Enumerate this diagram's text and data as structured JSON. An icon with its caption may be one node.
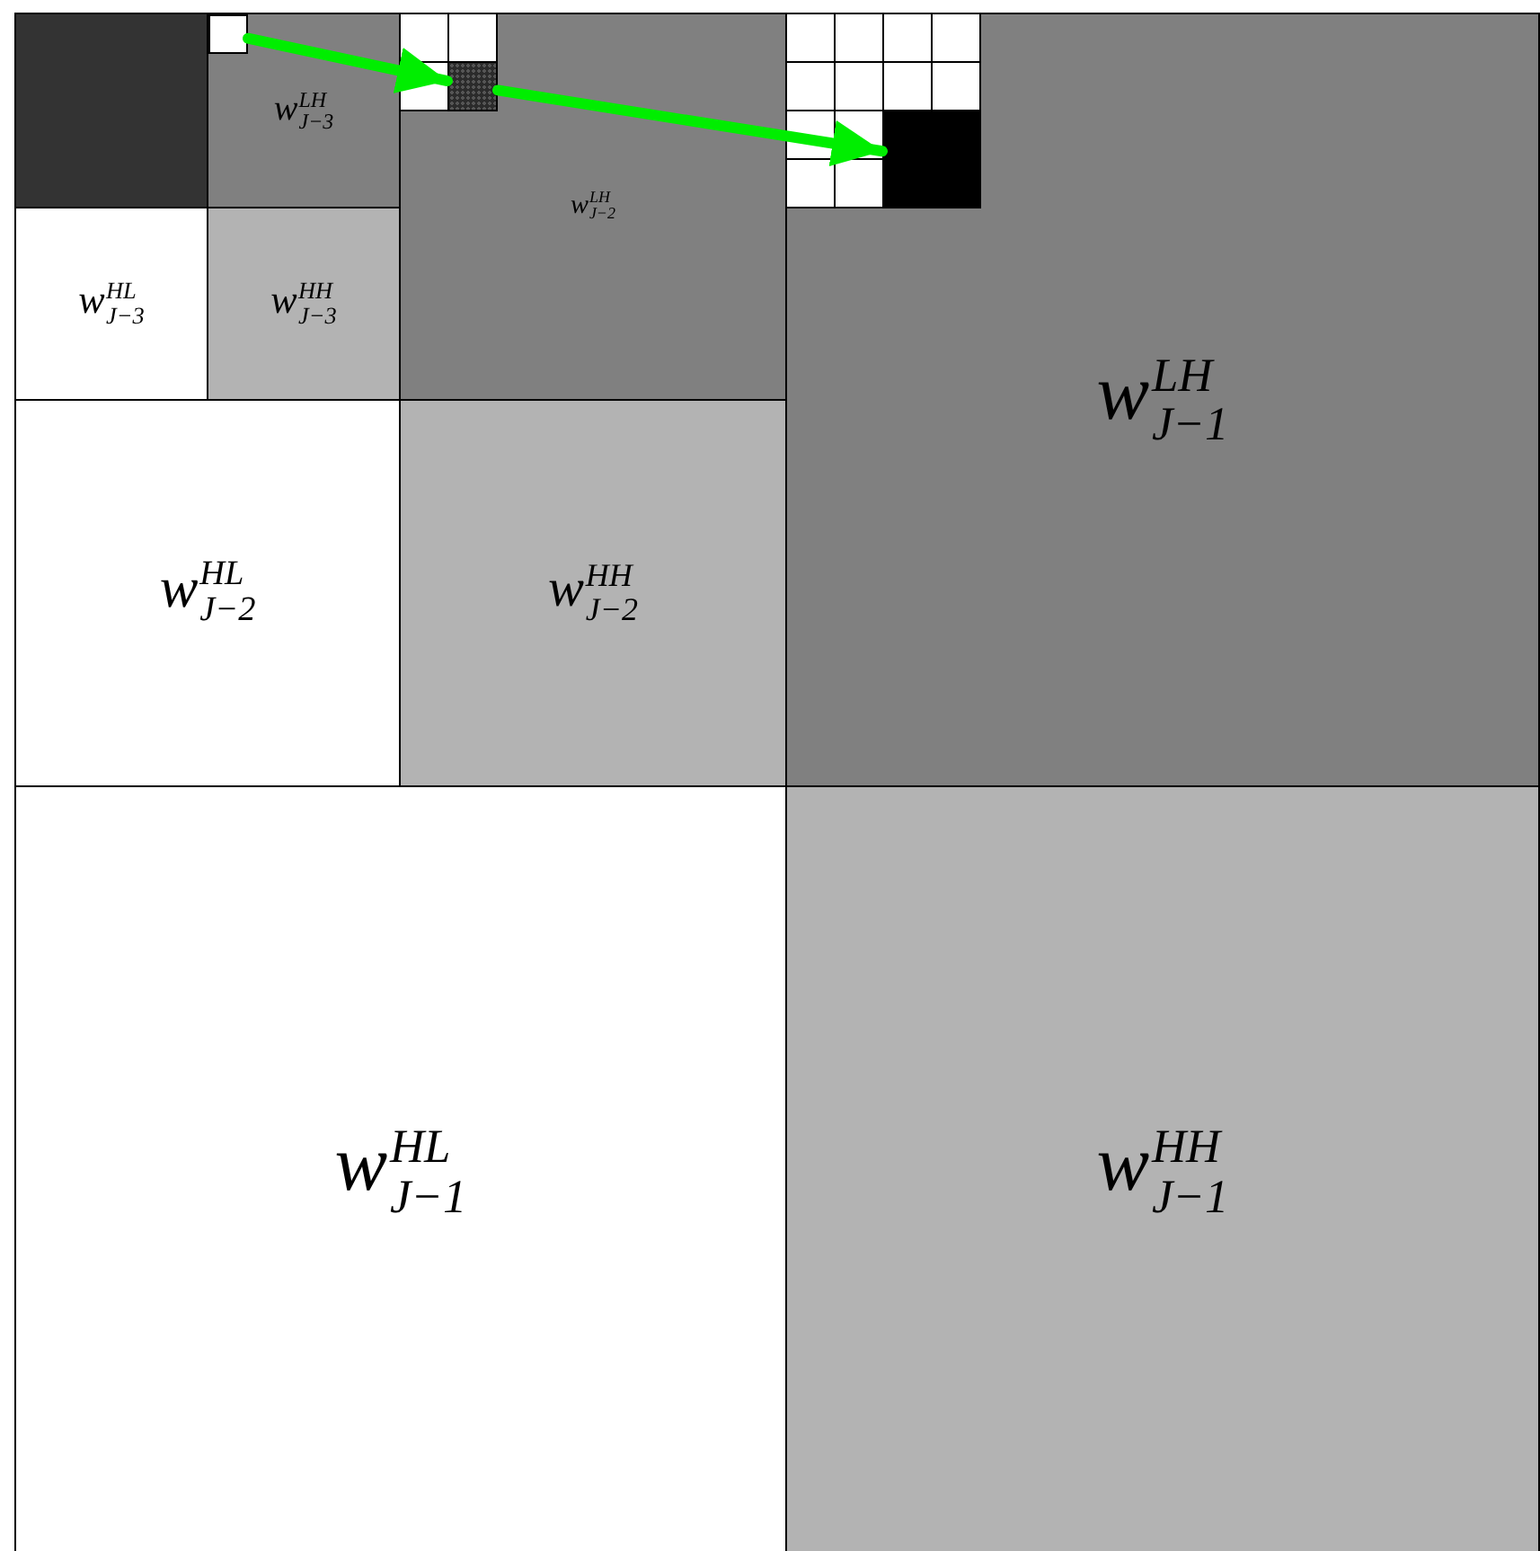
{
  "diagram": {
    "nodes": [
      {
        "text": [],
        "shape": "box"
      },
      {
        "text": [
          "w$^{LH}$$_{J−3}$"
        ]
      },
      {
        "text": [],
        "shape": "box",
        "in": 1
      },
      {
        "text": [
          "w$^{LH}$$_{J−2}$"
        ]
      },
      {
        "text": [],
        "shape": "box",
        "in": 3
      },
      {
        "text": [
          "w$^{LH}$$_{J−1}$"
        ]
      },
      {
        "text": [],
        "shape": "box",
        "in": 5
      },
      {
        "text": [
          "w$^{HL}$$_{J−3}$"
        ]
      },
      {
        "text": [
          "w$^{HH}$$_{J−3}$"
        ]
      },
      {
        "text": [
          "w$^{HL}$$_{J−2}$"
        ]
      },
      {
        "text": [
          "w$^{HH}$$_{J−2}$"
        ]
      },
      {
        "text": [
          "w$^{HL}$$_{J−1}$"
        ]
      },
      {
        "text": [
          "w$^{HH}$$_{J−1}$"
        ]
      }
    ],
    "edges": [
      {
        "from": 2,
        "to": 4,
        "arrow": "to"
      },
      {
        "from": 4,
        "to": 6,
        "arrow": "to"
      }
    ]
  }
}
